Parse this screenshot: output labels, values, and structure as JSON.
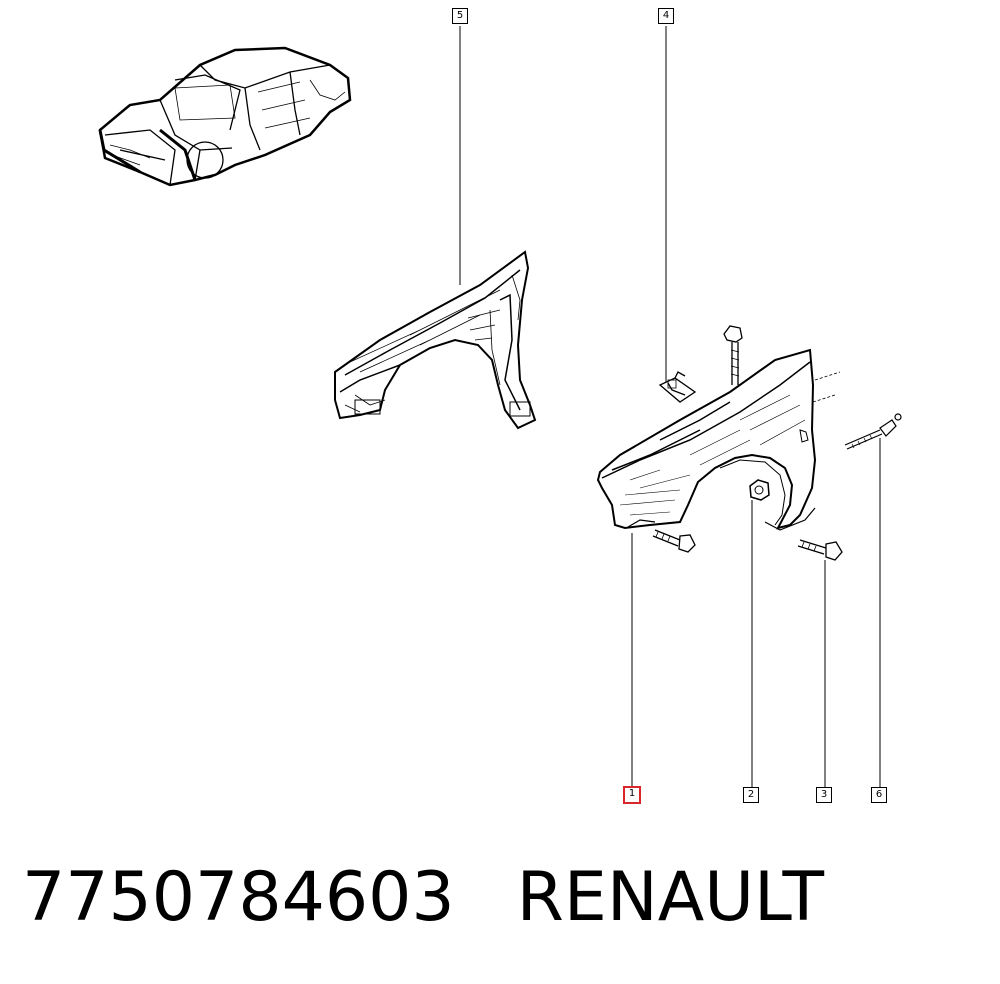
{
  "callouts": [
    {
      "id": "1",
      "label": "1",
      "selected": true
    },
    {
      "id": "2",
      "label": "2",
      "selected": false
    },
    {
      "id": "3",
      "label": "3",
      "selected": false
    },
    {
      "id": "4",
      "label": "4",
      "selected": false
    },
    {
      "id": "5",
      "label": "5",
      "selected": false
    },
    {
      "id": "6",
      "label": "6",
      "selected": false
    }
  ],
  "footer": {
    "part_number": "7750784603",
    "brand": "RENAULT"
  },
  "colors": {
    "line": "#000000",
    "selected": "#d9262c",
    "background": "#ffffff"
  }
}
